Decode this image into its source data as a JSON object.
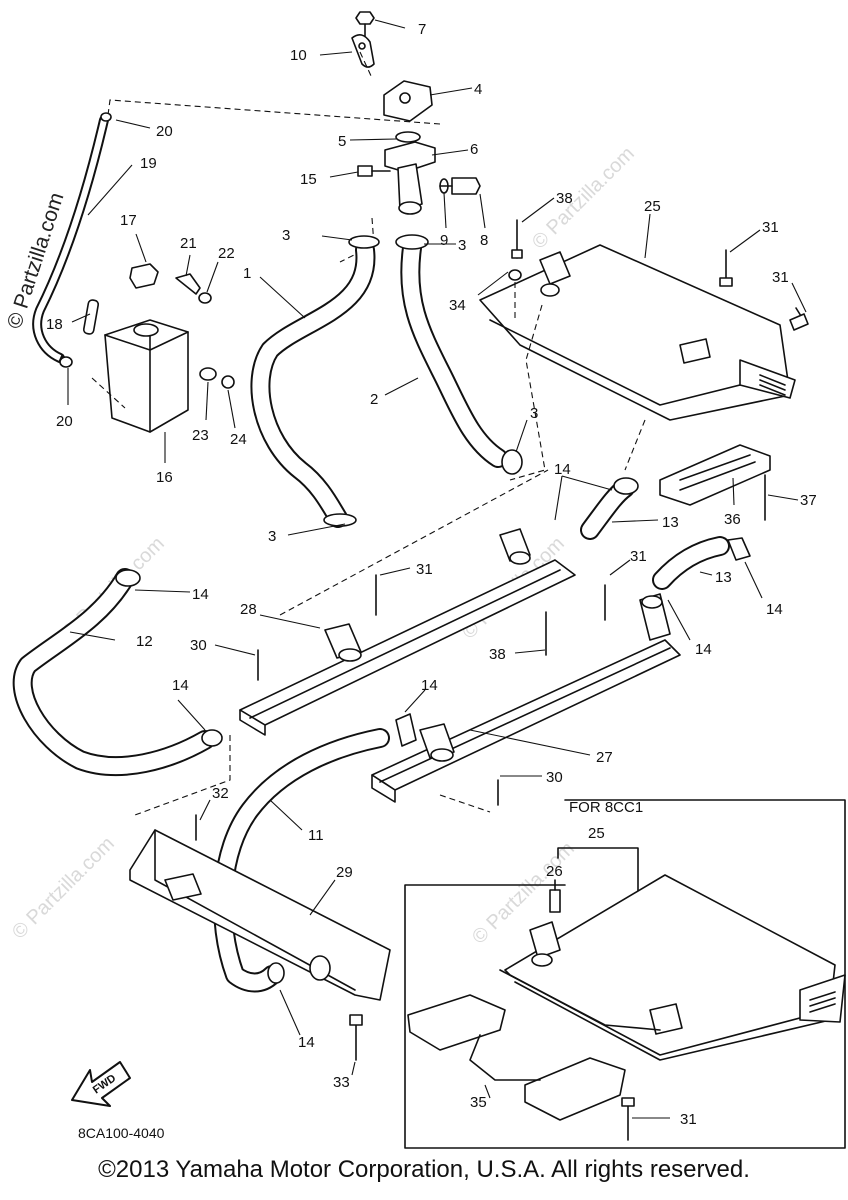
{
  "diagram": {
    "watermark_main": "© Partzilla.com",
    "watermark_faint": "© Partzilla.com",
    "part_code": "8CA100-4040",
    "inset_title": "FOR 8CC1",
    "fwd_label": "FWD",
    "copyright": "©2013 Yamaha Motor Corporation, U.S.A. All rights reserved.",
    "callouts": [
      "7",
      "10",
      "4",
      "20",
      "19",
      "5",
      "6",
      "15",
      "8",
      "9",
      "38",
      "25",
      "31",
      "31",
      "17",
      "21",
      "22",
      "1",
      "3",
      "3",
      "34",
      "18",
      "20",
      "16",
      "23",
      "24",
      "2",
      "3",
      "3",
      "14",
      "13",
      "36",
      "37",
      "14",
      "31",
      "12",
      "31",
      "13",
      "28",
      "30",
      "38",
      "14",
      "14",
      "14",
      "27",
      "30",
      "32",
      "11",
      "29",
      "25",
      "26",
      "14",
      "33",
      "35",
      "31"
    ]
  }
}
